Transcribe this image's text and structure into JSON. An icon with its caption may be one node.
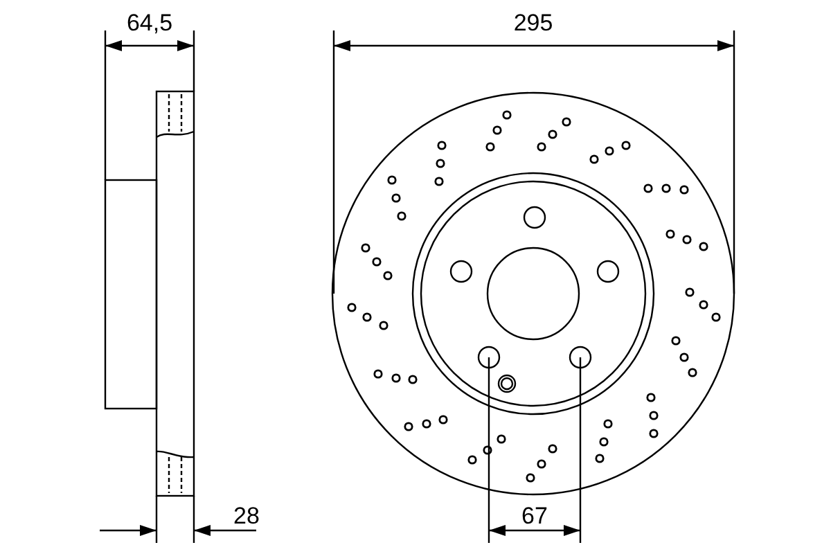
{
  "diagram": {
    "labels": [
      "64,5",
      "295",
      "28",
      "67"
    ]
  }
}
